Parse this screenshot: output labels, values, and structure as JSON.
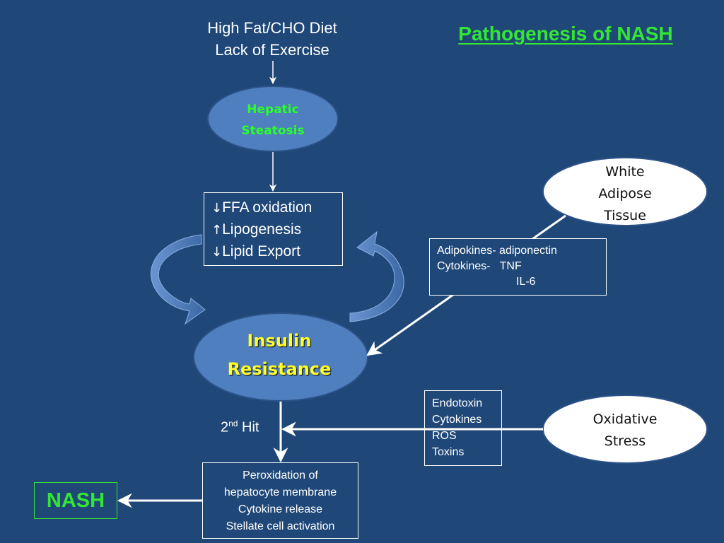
{
  "title": "Pathogenesis of NASH",
  "diet": {
    "line1": "High Fat/CHO Diet",
    "line2": "Lack of Exercise"
  },
  "hepatic_steatosis": {
    "line1": "Hepatic",
    "line2": "Steatosis"
  },
  "ffa_box": {
    "arrow_down": "↓",
    "arrow_up": "↑",
    "line1": "FFA oxidation",
    "line2": "Lipogenesis",
    "line3": "Lipid Export"
  },
  "white_adipose": {
    "line1": "White",
    "line2": "Adipose",
    "line3": "Tissue"
  },
  "adipokines_box": {
    "line1": "Adipokines- adiponectin",
    "line2": "Cytokines-   TNF",
    "line3": "IL-6"
  },
  "insulin_resistance": {
    "line1": "Insulin",
    "line2": "Resistance"
  },
  "second_hit": {
    "number": "2",
    "superscript": "nd",
    "text": "Hit"
  },
  "endotoxin_box": {
    "line1": "Endotoxin",
    "line2": "Cytokines",
    "line3": "ROS",
    "line4": "Toxins"
  },
  "oxidative_stress": {
    "line1": "Oxidative",
    "line2": "Stress"
  },
  "peroxidation_box": {
    "line1": "Peroxidation of",
    "line2": "hepatocyte membrane",
    "line3": "Cytokine release",
    "line4": "Stellate cell activation"
  },
  "nash": "NASH",
  "colors": {
    "background": "#1f4878",
    "ellipse_fill": "#4f7fbf",
    "green_text": "#33e633",
    "yellow_text": "#ffff29",
    "arrow_fill": "#5a8acb"
  }
}
